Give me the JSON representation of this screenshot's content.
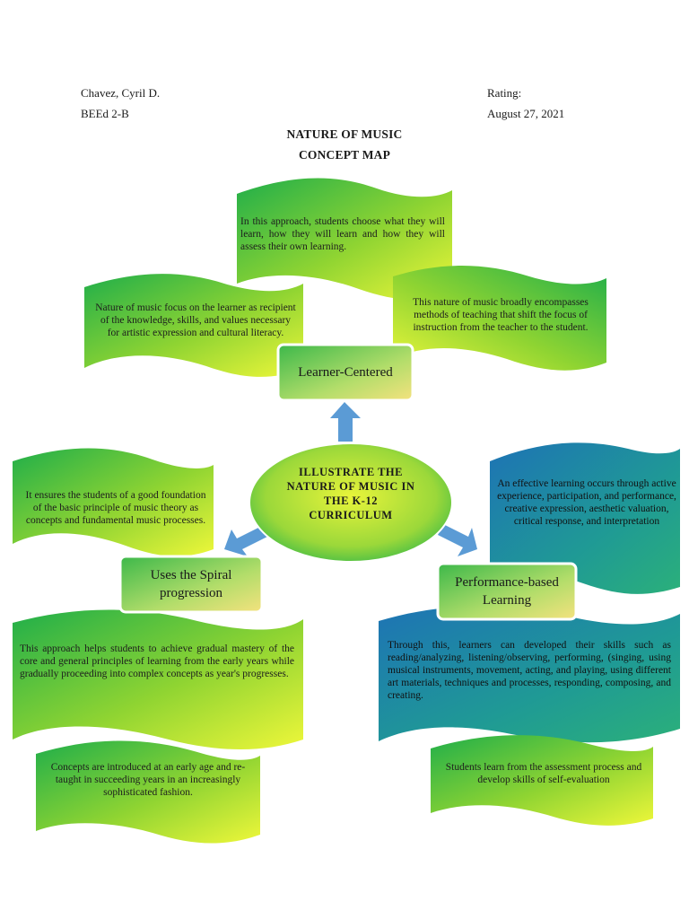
{
  "header": {
    "name": "Chavez, Cyril D.",
    "section": "BEEd 2-B",
    "rating_label": "Rating:",
    "date": "August 27, 2021"
  },
  "title": {
    "line1": "NATURE OF MUSIC",
    "line2": "CONCEPT MAP"
  },
  "center_topic": "ILLUSTRATE THE NATURE OF MUSIC IN THE K-12 CURRICULUM",
  "nodes": {
    "learner_centered": {
      "label": "Learner-Centered",
      "top_text": "In this approach, students choose what they will learn, how they will learn and how they will assess their own learning.",
      "left_text": "Nature of music focus on the learner as recipient of the knowledge, skills, and values necessary for artistic expression and cultural literacy.",
      "right_text": "This nature of music broadly encompasses methods of teaching that shift the focus of instruction from the teacher to the student."
    },
    "spiral": {
      "label": "Uses the Spiral progression",
      "top_text": "It ensures the students of a good foundation of the basic principle of music theory as concepts and fundamental music processes.",
      "middle_text": "This approach helps students to achieve gradual mastery of the core and general principles of learning from the early years while gradually proceeding into complex concepts as year's progresses.",
      "bottom_text": "Concepts are introduced at an early age and re-taught in succeeding years in an increasingly sophisticated fashion."
    },
    "performance": {
      "label": "Performance-based Learning",
      "top_text": "An effective learning occurs through active experience, participation, and performance, creative expression, aesthetic valuation, critical response, and interpretation",
      "middle_text": "Through this, learners can developed their skills such as reading/analyzing, listening/observing, performing, (singing, using musical instruments, movement, acting, and playing, using different art materials, techniques and processes, responding, composing, and creating.",
      "bottom_text": "Students learn from the assessment process and develop skills of self-evaluation"
    }
  },
  "colors": {
    "green_dark": "#22b14c",
    "green_light": "#e6f53c",
    "teal_dark": "#1f7fa8",
    "teal_light": "#2aa97a",
    "arrow": "#5b9bd5",
    "label_border": "#ffffff"
  }
}
